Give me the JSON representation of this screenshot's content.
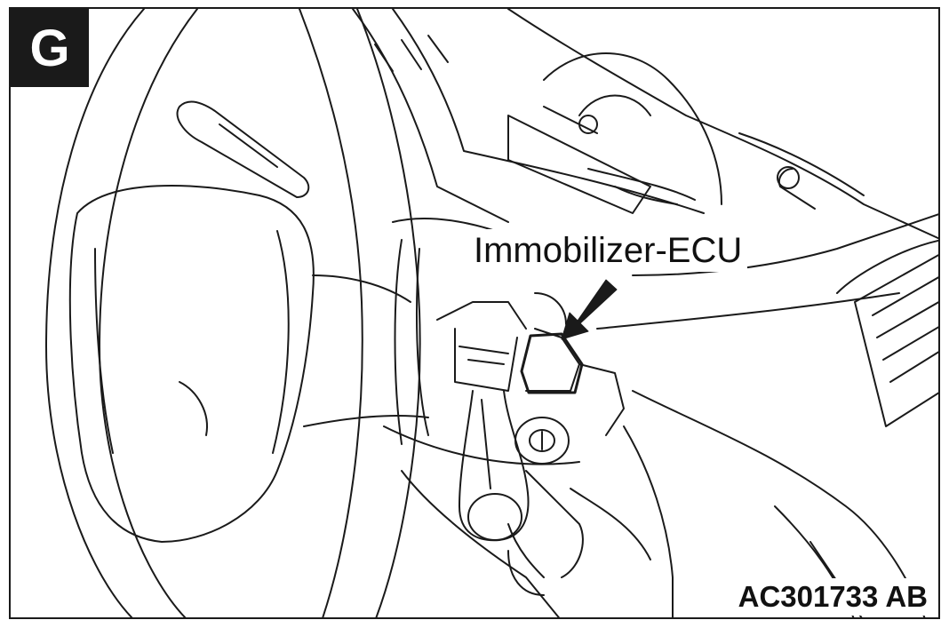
{
  "figure": {
    "panel_letter": "G",
    "callout_label": "Immobilizer-ECU",
    "figure_id": "AC301733 AB",
    "colors": {
      "ink": "#1a1a1a",
      "paper": "#ffffff"
    },
    "icons": {
      "pointer": "black-arrow-icon"
    }
  }
}
